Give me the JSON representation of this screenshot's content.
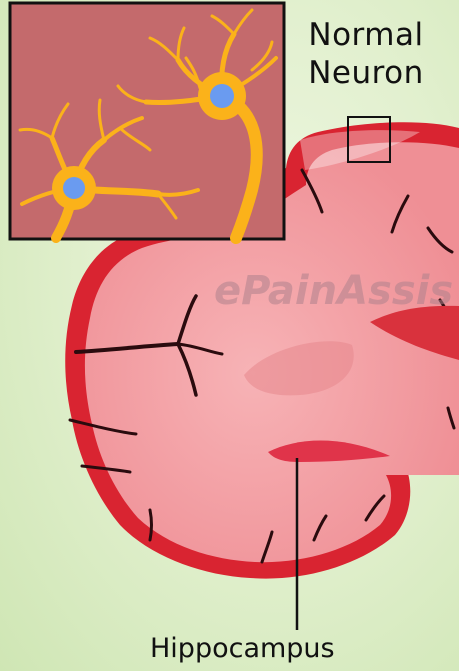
{
  "labels": {
    "normal_neuron_line1": "Normal",
    "normal_neuron_line2": "Neuron",
    "hippocampus": "Hippocampus"
  },
  "watermark": "ePainAssis",
  "colors": {
    "brain_cortex": "#d92431",
    "brain_fill": "#f29aa0",
    "inset_background": "#c46a6c",
    "neuron_body": "#fbb21a",
    "neuron_nucleus": "#6a9bf0",
    "background": "#e2f0cf"
  }
}
